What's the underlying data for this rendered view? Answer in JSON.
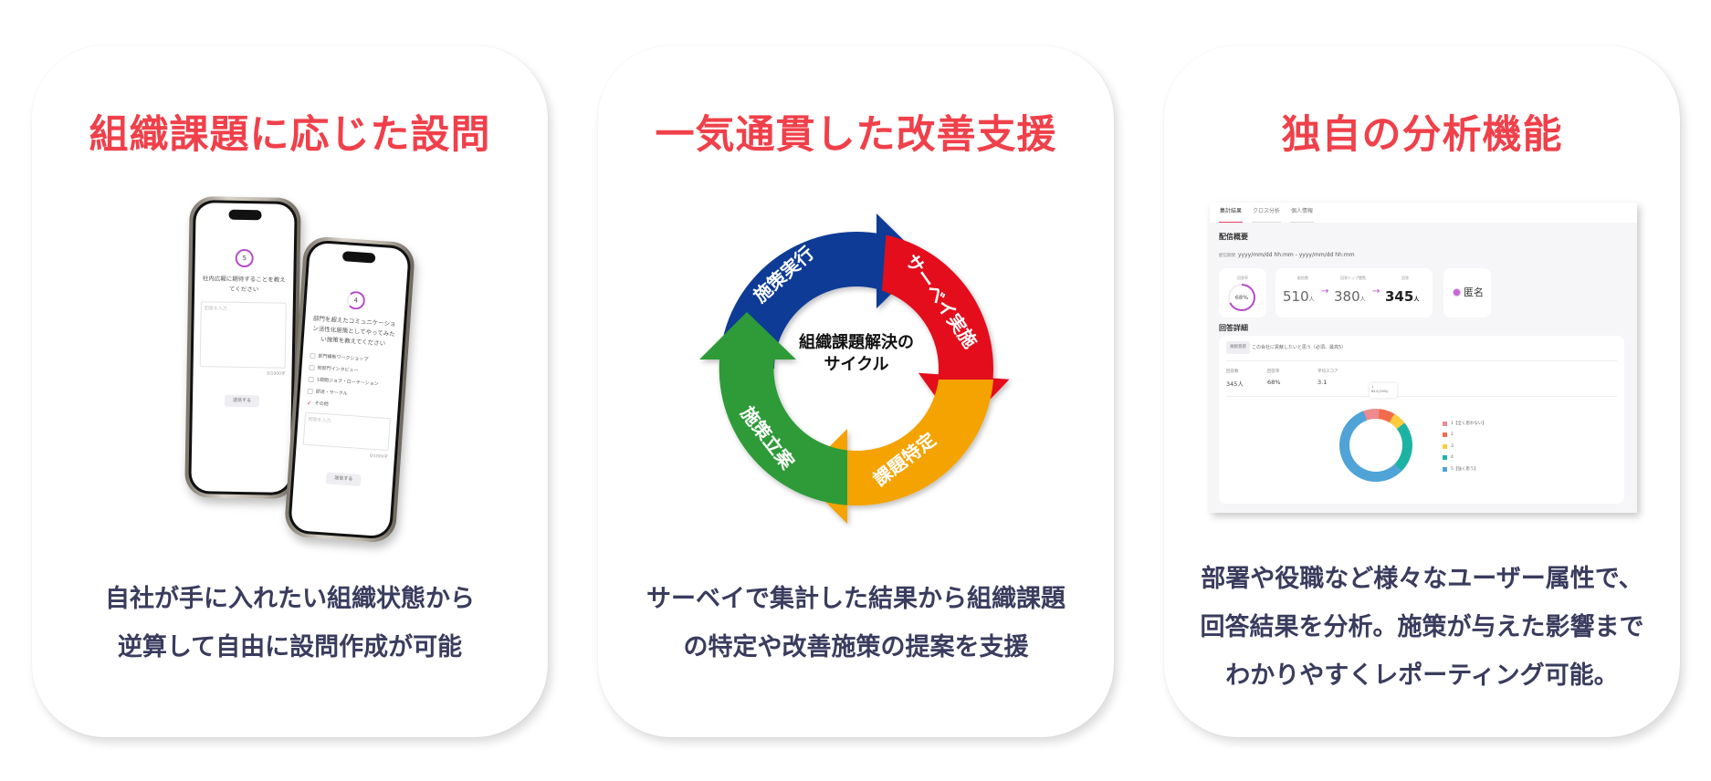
{
  "colors": {
    "title_red": "#F0404A",
    "body_navy": "#3A3C5E",
    "cycle_blue": "#0B3A96",
    "cycle_red": "#E3101C",
    "cycle_orange": "#F4A300",
    "cycle_green": "#2E9B37",
    "accent_purple": "#B54BC9"
  },
  "cards": [
    {
      "title": "組織課題に応じた設問",
      "body_lines": [
        "自社が手に入れたい組織状態から",
        "逆算して自由に設問作成が可能"
      ],
      "phones": [
        {
          "step": "5",
          "question": "社内広報に期待することを教えてください",
          "placeholder": "回答を入力",
          "char_count": "0/1000字",
          "send_label": "送信する"
        },
        {
          "step": "4",
          "question": "部門を超えたコミュニケーション活性化施策としてやってみたい施策を教えてください",
          "options": [
            {
              "label": "部門横断ワークショップ",
              "checked": false
            },
            {
              "label": "他部門インタビュー",
              "checked": false
            },
            {
              "label": "1週間ジョブ・ローテーション",
              "checked": false
            },
            {
              "label": "部活・サークル",
              "checked": false
            },
            {
              "label": "その他",
              "checked": true
            }
          ],
          "placeholder": "回答を入力",
          "char_count": "0/1000字",
          "send_label": "送信する"
        }
      ]
    },
    {
      "title": "一気通貫した改善支援",
      "body_lines": [
        "サーベイで集計した結果から組織課題",
        "の特定や改善施策の提案を支援"
      ],
      "cycle": {
        "center_lines": [
          "組織課題解決の",
          "サイクル"
        ],
        "steps": [
          "サーベイ実施",
          "課題特定",
          "施策立案",
          "施策実行"
        ]
      }
    },
    {
      "title": "独自の分析機能",
      "body_lines": [
        "部署や役職など様々なユーザー属性で、",
        "回答結果を分析。施策が与えた影響まで",
        "わかりやすくレポーティング可能。"
      ],
      "dashboard": {
        "tabs": [
          "集計結果",
          "クロス分析",
          "個人情報"
        ],
        "active_tab": 0,
        "section_overview": "配信概要",
        "period_label": "配信期間",
        "period_value": "yyyy/mm/dd hh:mm - yyyy/mm/dd hh:mm",
        "response_rate_label": "回答率",
        "response_rate": "68%",
        "funnel": [
          {
            "label": "配信数",
            "value": "510",
            "unit": "人"
          },
          {
            "label": "回答トップ閲覧",
            "value": "380",
            "unit": "人"
          },
          {
            "label": "回答",
            "value": "345",
            "unit": "人"
          }
        ],
        "anonymous_label": "匿名",
        "section_detail": "回答詳細",
        "question_tag": "貢献意欲",
        "question_text": "この会社に貢献したいと思う（必須、最高5）",
        "metrics": [
          {
            "label": "回答数",
            "value": "345人"
          },
          {
            "label": "回答率",
            "value": "68%"
          },
          {
            "label": "平均スコア",
            "value": "3.1"
          }
        ],
        "tooltip_title": "1",
        "tooltip_value": "65人(19%)"
      }
    }
  ],
  "chart_data": {
    "type": "pie",
    "title": "この会社に貢献したいと思う（必須、最高5）",
    "categories": [
      "1【全く思わない】",
      "2",
      "3",
      "4",
      "5【強く思う】"
    ],
    "values": [
      7,
      7,
      6,
      23,
      57
    ],
    "colors": [
      "#EE8A8F",
      "#F26B4C",
      "#FACB3C",
      "#1DB3A3",
      "#4FA3D6"
    ],
    "donut": true,
    "legend_position": "right"
  }
}
